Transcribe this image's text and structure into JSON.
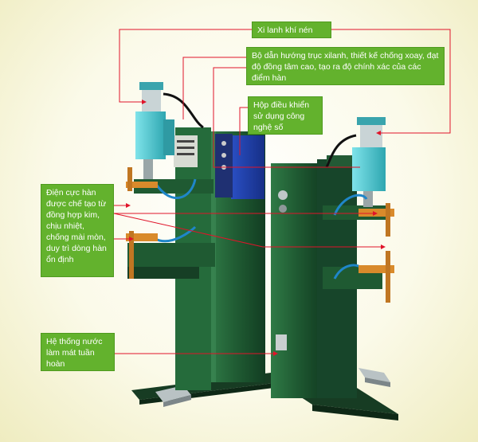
{
  "callouts": {
    "cylinder": "Xi lanh khí nén",
    "guide": "Bộ dẫn hướng trục xilanh, thiết kế chống xoay, đạt độ đồng tâm cao, tạo ra độ chính xác của các điểm hàn",
    "control_box": "Hộp điều khiển sử dụng công nghệ số",
    "electrode": "Điện cực hàn được chế tạo từ đồng hợp kim, chịu nhiệt, chống mài mòn, duy trì dòng hàn ổn định",
    "cooling": "Hệ thống nước làm mát tuần hoàn"
  },
  "colors": {
    "callout_bg": "#63b22d",
    "leader_line": "#e0142a",
    "machine_body": "#1f5a32",
    "cylinder": "#4fc7cf",
    "control_box": "#1f3fa6",
    "electrode": "#d98a2b"
  }
}
